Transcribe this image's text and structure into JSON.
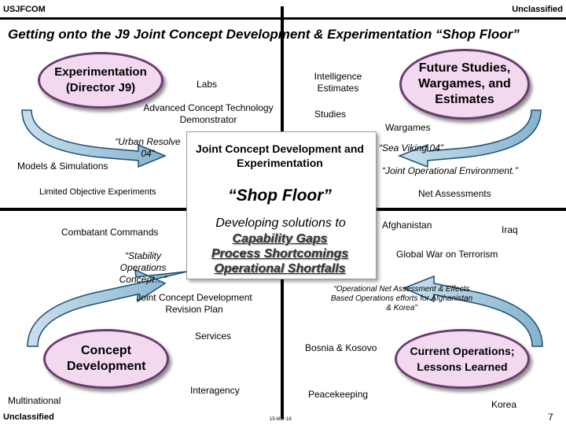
{
  "header": {
    "org": "USJFCOM",
    "classification_top": "Unclassified",
    "title": "Getting onto the J9 Joint Concept Development & Experimentation “Shop Floor”"
  },
  "footer": {
    "classification_bottom": "Unclassified",
    "date": "15-Mar-18",
    "page_number": "7"
  },
  "ovals": {
    "experimentation": "Experimentation (Director J9)",
    "future_studies": "Future Studies, Wargames, and Estimates",
    "concept_development": "Concept Development",
    "current_operations": "Current Operations; Lessons Learned"
  },
  "center": {
    "title": "Joint Concept Development and Experimentation",
    "shop_floor": "“Shop Floor”",
    "developing": "Developing solutions to",
    "gap1": "Capability Gaps",
    "gap2": "Process Shortcomings",
    "gap3": "Operational Shortfalls"
  },
  "top_left": {
    "labs": "Labs",
    "acd": "Advanced Concept Technology Demonstrator",
    "urban": "“Urban Resolve 04”",
    "models": "Models & Simulations",
    "loe": "Limited Objective Experiments"
  },
  "top_right": {
    "intel": "Intelligence Estimates",
    "studies": "Studies",
    "wargames": "Wargames",
    "sea_viking": "“Sea Viking 04”",
    "joe": "“Joint Operational Environment.”",
    "net_assess": "Net Assessments"
  },
  "bottom_left": {
    "combatant": "Combatant Commands",
    "stability": "“Stability Operations Concept…”",
    "revision": "Joint Concept Development Revision Plan",
    "services": "Services",
    "interagency": "Interagency",
    "multinational": "Multinational"
  },
  "bottom_right": {
    "afghanistan": "Afghanistan",
    "iraq": "Iraq",
    "gwot": "Global War on Terrorism",
    "ona": "“Operational Net Assessment & Effects Based Operations efforts for Afghanistan & Korea”",
    "bosnia": "Bosnia & Kosovo",
    "peacekeeping": "Peacekeeping",
    "korea": "Korea"
  },
  "colors": {
    "oval_fill": "#f2d9f0",
    "oval_border": "#6b3c6e",
    "arrow_fill": "#9ec4da",
    "arrow_stroke": "#1e4f72"
  }
}
